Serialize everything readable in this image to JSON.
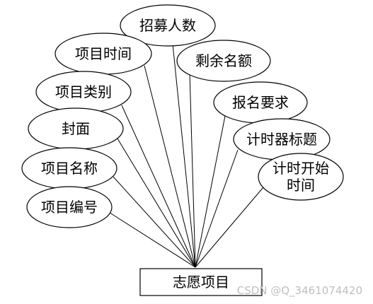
{
  "entity": {
    "label": "志愿项目"
  },
  "attributes": [
    {
      "key": "recruit-count",
      "label": "招募人数"
    },
    {
      "key": "project-time",
      "label": "项目时间"
    },
    {
      "key": "remaining-quota",
      "label": "剩余名额"
    },
    {
      "key": "project-category",
      "label": "项目类别"
    },
    {
      "key": "signup-requirement",
      "label": "报名要求"
    },
    {
      "key": "cover",
      "label": "封面"
    },
    {
      "key": "timer-title",
      "label": "计时器标题"
    },
    {
      "key": "project-name",
      "label": "项目名称"
    },
    {
      "key": "timer-start-time",
      "label": "计时开始时间",
      "lines": [
        "计时开始",
        "时间"
      ]
    },
    {
      "key": "project-number",
      "label": "项目编号"
    }
  ],
  "watermark": "CSDN @Q_3461074420",
  "colors": {
    "stroke": "#000000",
    "background": "#ffffff",
    "watermark": "#bfbfbf"
  }
}
